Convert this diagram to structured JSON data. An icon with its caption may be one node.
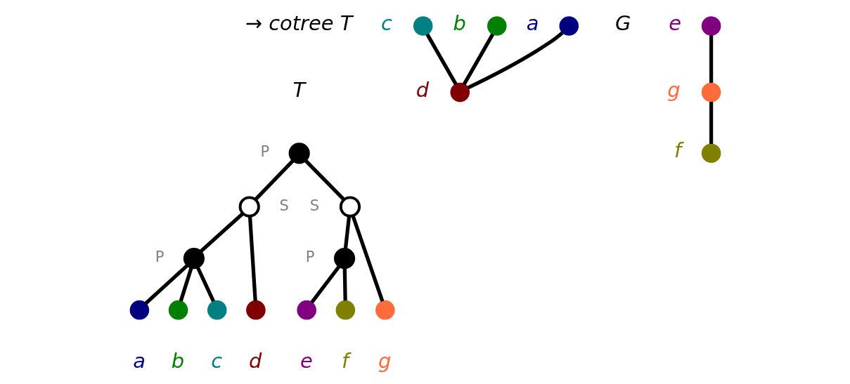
{
  "diagram": {
    "nodes": [
      {
        "text": [],
        "shape": "circle",
        "beside": [
          "P"
        ]
      },
      {
        "text": [],
        "shape": "circle",
        "beside": [
          "S"
        ]
      },
      {
        "text": [],
        "shape": "circle",
        "beside": [
          "S"
        ]
      },
      {
        "text": [],
        "shape": "circle",
        "beside": [
          "P"
        ]
      },
      {
        "text": [],
        "shape": "circle",
        "beside": [
          "P"
        ]
      },
      {
        "text": [],
        "shape": "circle",
        "beside": [
          "a"
        ]
      },
      {
        "text": [],
        "shape": "circle",
        "beside": [
          "b"
        ]
      },
      {
        "text": [],
        "shape": "circle",
        "beside": [
          "c"
        ]
      },
      {
        "text": [],
        "shape": "circle",
        "beside": [
          "d"
        ]
      },
      {
        "text": [],
        "shape": "circle",
        "beside": [
          "e"
        ]
      },
      {
        "text": [],
        "shape": "circle",
        "beside": [
          "f"
        ]
      },
      {
        "text": [],
        "shape": "circle",
        "beside": [
          "g"
        ]
      },
      {
        "text": [],
        "shape": "circle",
        "beside": [
          "d"
        ]
      },
      {
        "text": [],
        "shape": "circle",
        "beside": [
          "c"
        ]
      },
      {
        "text": [],
        "shape": "circle",
        "beside": [
          "b"
        ]
      },
      {
        "text": [],
        "shape": "circle",
        "beside": [
          "a"
        ]
      },
      {
        "text": [],
        "shape": "circle",
        "beside": [
          "e"
        ]
      },
      {
        "text": [],
        "shape": "circle",
        "beside": [
          "g"
        ]
      },
      {
        "text": [],
        "shape": "circle",
        "beside": [
          "f"
        ]
      }
    ],
    "edges": [
      {
        "from": 0,
        "to": 1,
        "arrow": "none"
      },
      {
        "from": 0,
        "to": 2,
        "arrow": "none"
      },
      {
        "from": 1,
        "to": 3,
        "arrow": "none"
      },
      {
        "from": 1,
        "to": 8,
        "arrow": "none"
      },
      {
        "from": 2,
        "to": 4,
        "arrow": "none"
      },
      {
        "from": 2,
        "to": 11,
        "arrow": "none"
      },
      {
        "from": 3,
        "to": 5,
        "arrow": "none"
      },
      {
        "from": 3,
        "to": 6,
        "arrow": "none"
      },
      {
        "from": 3,
        "to": 7,
        "arrow": "none"
      },
      {
        "from": 4,
        "to": 9,
        "arrow": "none"
      },
      {
        "from": 4,
        "to": 10,
        "arrow": "none"
      },
      {
        "from": 13,
        "to": 12,
        "arrow": "none"
      },
      {
        "from": 14,
        "to": 12,
        "arrow": "none"
      },
      {
        "from": 15,
        "to": 12,
        "arrow": "none"
      },
      {
        "from": 16,
        "to": 17,
        "arrow": "none"
      },
      {
        "from": 17,
        "to": 18,
        "arrow": "none"
      }
    ],
    "labels": [
      "→ cotree T",
      "T",
      "G"
    ]
  }
}
